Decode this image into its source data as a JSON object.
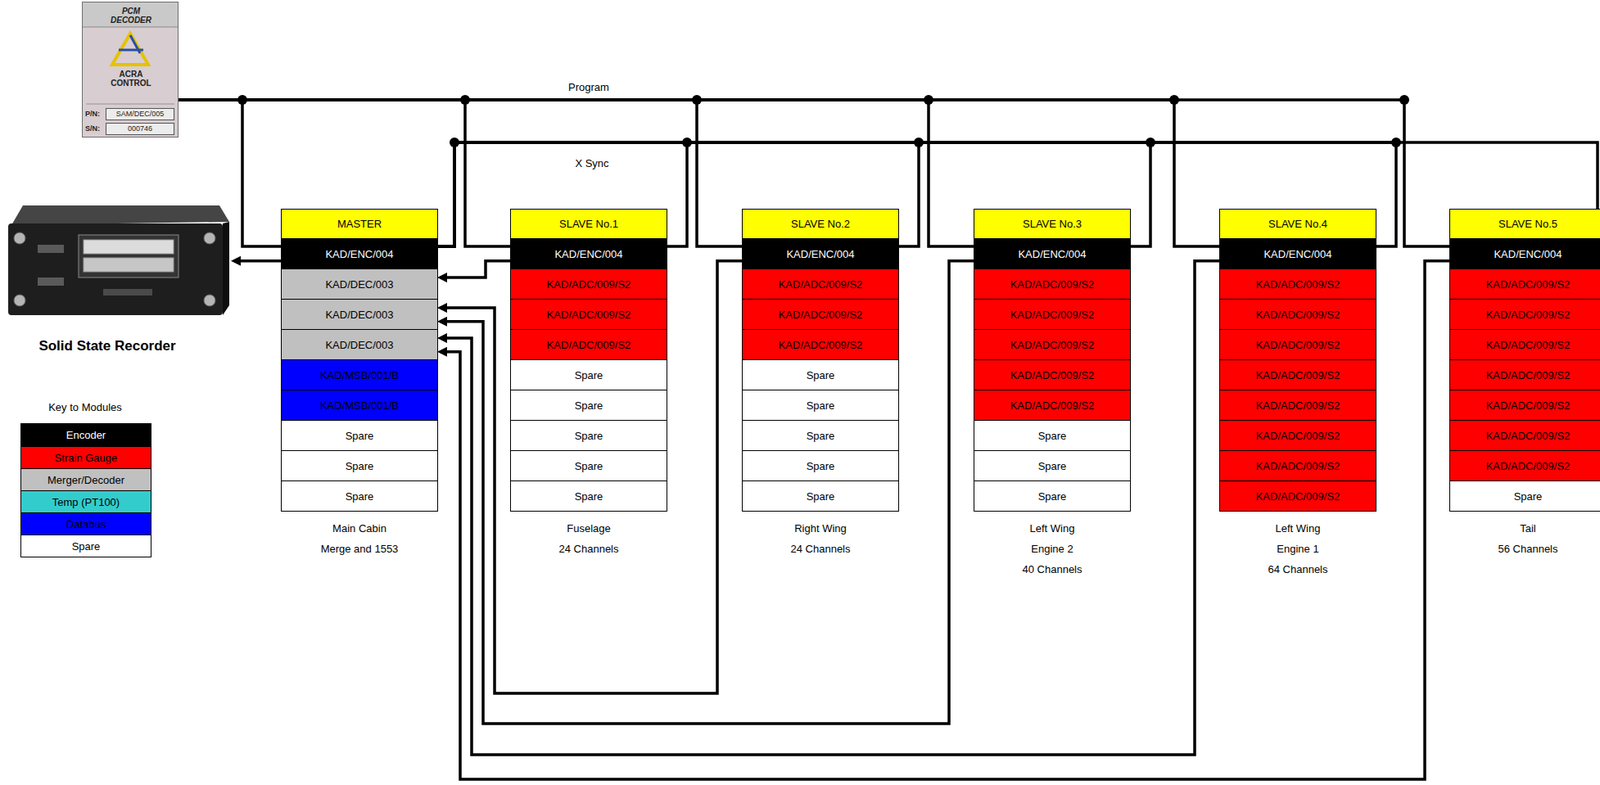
{
  "diagram": {
    "nodes": [
      {
        "text": [
          "PCM DECODER",
          "ACRA CONTROL",
          "P/N:",
          "SAM/DEC/005",
          "S/N:",
          "000746"
        ]
      },
      {
        "text": [
          "Solid State Recorder"
        ]
      },
      {
        "text": [
          "Main Cabin",
          "Merge and 1553"
        ]
      },
      {
        "text": [
          "MASTER"
        ],
        "in": 2
      },
      {
        "text": [
          "KAD/ENC/004"
        ],
        "in": 2
      },
      {
        "text": [
          "KAD/DEC/003"
        ],
        "in": 2
      },
      {
        "text": [
          "KAD/DEC/003"
        ],
        "in": 2
      },
      {
        "text": [
          "KAD/DEC/003"
        ],
        "in": 2
      },
      {
        "text": [
          "KAD/MSB/001/B"
        ],
        "in": 2
      },
      {
        "text": [
          "KAD/MSB/001/B"
        ],
        "in": 2
      },
      {
        "text": [
          "Spare"
        ],
        "in": 2
      },
      {
        "text": [
          "Spare"
        ],
        "in": 2
      },
      {
        "text": [
          "Spare"
        ],
        "in": 2
      },
      {
        "text": [
          "Fuselage",
          "24 Channels"
        ]
      },
      {
        "text": [
          "SLAVE No.1"
        ],
        "in": 13
      },
      {
        "text": [
          "KAD/ENC/004"
        ],
        "in": 13
      },
      {
        "text": [
          "KAD/ADC/009/S2"
        ],
        "in": 13
      },
      {
        "text": [
          "KAD/ADC/009/S2"
        ],
        "in": 13
      },
      {
        "text": [
          "KAD/ADC/009/S2"
        ],
        "in": 13
      },
      {
        "text": [
          "Spare"
        ],
        "in": 13
      },
      {
        "text": [
          "Spare"
        ],
        "in": 13
      },
      {
        "text": [
          "Spare"
        ],
        "in": 13
      },
      {
        "text": [
          "Spare"
        ],
        "in": 13
      },
      {
        "text": [
          "Spare"
        ],
        "in": 13
      },
      {
        "text": [
          "Right Wing",
          "24 Channels"
        ]
      },
      {
        "text": [
          "SLAVE No.2"
        ],
        "in": 24
      },
      {
        "text": [
          "KAD/ENC/004"
        ],
        "in": 24
      },
      {
        "text": [
          "KAD/ADC/009/S2"
        ],
        "in": 24
      },
      {
        "text": [
          "KAD/ADC/009/S2"
        ],
        "in": 24
      },
      {
        "text": [
          "KAD/ADC/009/S2"
        ],
        "in": 24
      },
      {
        "text": [
          "Spare"
        ],
        "in": 24
      },
      {
        "text": [
          "Spare"
        ],
        "in": 24
      },
      {
        "text": [
          "Spare"
        ],
        "in": 24
      },
      {
        "text": [
          "Spare"
        ],
        "in": 24
      },
      {
        "text": [
          "Spare"
        ],
        "in": 24
      },
      {
        "text": [
          "Left Wing",
          "Engine 2",
          "40 Channels"
        ]
      },
      {
        "text": [
          "SLAVE No.3"
        ],
        "in": 35
      },
      {
        "text": [
          "KAD/ENC/004"
        ],
        "in": 35
      },
      {
        "text": [
          "KAD/ADC/009/S2"
        ],
        "in": 35
      },
      {
        "text": [
          "KAD/ADC/009/S2"
        ],
        "in": 35
      },
      {
        "text": [
          "KAD/ADC/009/S2"
        ],
        "in": 35
      },
      {
        "text": [
          "KAD/ADC/009/S2"
        ],
        "in": 35
      },
      {
        "text": [
          "KAD/ADC/009/S2"
        ],
        "in": 35
      },
      {
        "text": [
          "Spare"
        ],
        "in": 35
      },
      {
        "text": [
          "Spare"
        ],
        "in": 35
      },
      {
        "text": [
          "Spare"
        ],
        "in": 35
      },
      {
        "text": [
          "Left Wing",
          "Engine 1",
          "64 Channels"
        ]
      },
      {
        "text": [
          "SLAVE No.4"
        ],
        "in": 46
      },
      {
        "text": [
          "KAD/ENC/004"
        ],
        "in": 46
      },
      {
        "text": [
          "KAD/ADC/009/S2"
        ],
        "in": 46
      },
      {
        "text": [
          "KAD/ADC/009/S2"
        ],
        "in": 46
      },
      {
        "text": [
          "KAD/ADC/009/S2"
        ],
        "in": 46
      },
      {
        "text": [
          "KAD/ADC/009/S2"
        ],
        "in": 46
      },
      {
        "text": [
          "KAD/ADC/009/S2"
        ],
        "in": 46
      },
      {
        "text": [
          "KAD/ADC/009/S2"
        ],
        "in": 46
      },
      {
        "text": [
          "KAD/ADC/009/S2"
        ],
        "in": 46
      },
      {
        "text": [
          "KAD/ADC/009/S2"
        ],
        "in": 46
      },
      {
        "text": [
          "Tail",
          "56 Channels"
        ]
      },
      {
        "text": [
          "SLAVE No.5"
        ],
        "in": 57
      },
      {
        "text": [
          "KAD/ENC/004"
        ],
        "in": 57
      },
      {
        "text": [
          "KAD/ADC/009/S2"
        ],
        "in": 57
      },
      {
        "text": [
          "KAD/ADC/009/S2"
        ],
        "in": 57
      },
      {
        "text": [
          "KAD/ADC/009/S2"
        ],
        "in": 57
      },
      {
        "text": [
          "KAD/ADC/009/S2"
        ],
        "in": 57
      },
      {
        "text": [
          "KAD/ADC/009/S2"
        ],
        "in": 57
      },
      {
        "text": [
          "KAD/ADC/009/S2"
        ],
        "in": 57
      },
      {
        "text": [
          "KAD/ADC/009/S2"
        ],
        "in": 57
      },
      {
        "text": [
          "Spare"
        ],
        "in": 57
      }
    ],
    "edges": [
      {
        "from": 0,
        "to": 4,
        "arrow": "none"
      },
      {
        "from": 0,
        "to": 15,
        "arrow": "none"
      },
      {
        "from": 0,
        "to": 26,
        "arrow": "none"
      },
      {
        "from": 0,
        "to": 37,
        "arrow": "none"
      },
      {
        "from": 0,
        "to": 48,
        "arrow": "none"
      },
      {
        "from": 0,
        "to": 59,
        "arrow": "none"
      },
      {
        "from": 4,
        "to": 1,
        "arrow": "to"
      },
      {
        "from": 4,
        "to": 15,
        "arrow": "none"
      },
      {
        "from": 4,
        "to": 26,
        "arrow": "none"
      },
      {
        "from": 4,
        "to": 37,
        "arrow": "none"
      },
      {
        "from": 4,
        "to": 48,
        "arrow": "none"
      },
      {
        "from": 4,
        "to": 59,
        "arrow": "none"
      },
      {
        "from": 15,
        "to": 5,
        "arrow": "to"
      },
      {
        "from": 26,
        "to": 6,
        "arrow": "to"
      },
      {
        "from": 37,
        "to": 6,
        "arrow": "to"
      },
      {
        "from": 48,
        "to": 7,
        "arrow": "to"
      },
      {
        "from": 59,
        "to": 7,
        "arrow": "to"
      }
    ],
    "labels": [
      "Program",
      "X Sync",
      "Key to Modules"
    ],
    "legend": [
      {
        "text": "Encoder",
        "color": "#000000"
      },
      {
        "text": "Strain Gauge",
        "color": "#ff0000"
      },
      {
        "text": "Merger/Decoder",
        "color": "#c0c0c0"
      },
      {
        "text": "Temp (PT100)",
        "color": "#33cccc"
      },
      {
        "text": "Databus",
        "color": "#0000ff"
      },
      {
        "text": "Spare",
        "color": "#ffffff"
      }
    ]
  }
}
